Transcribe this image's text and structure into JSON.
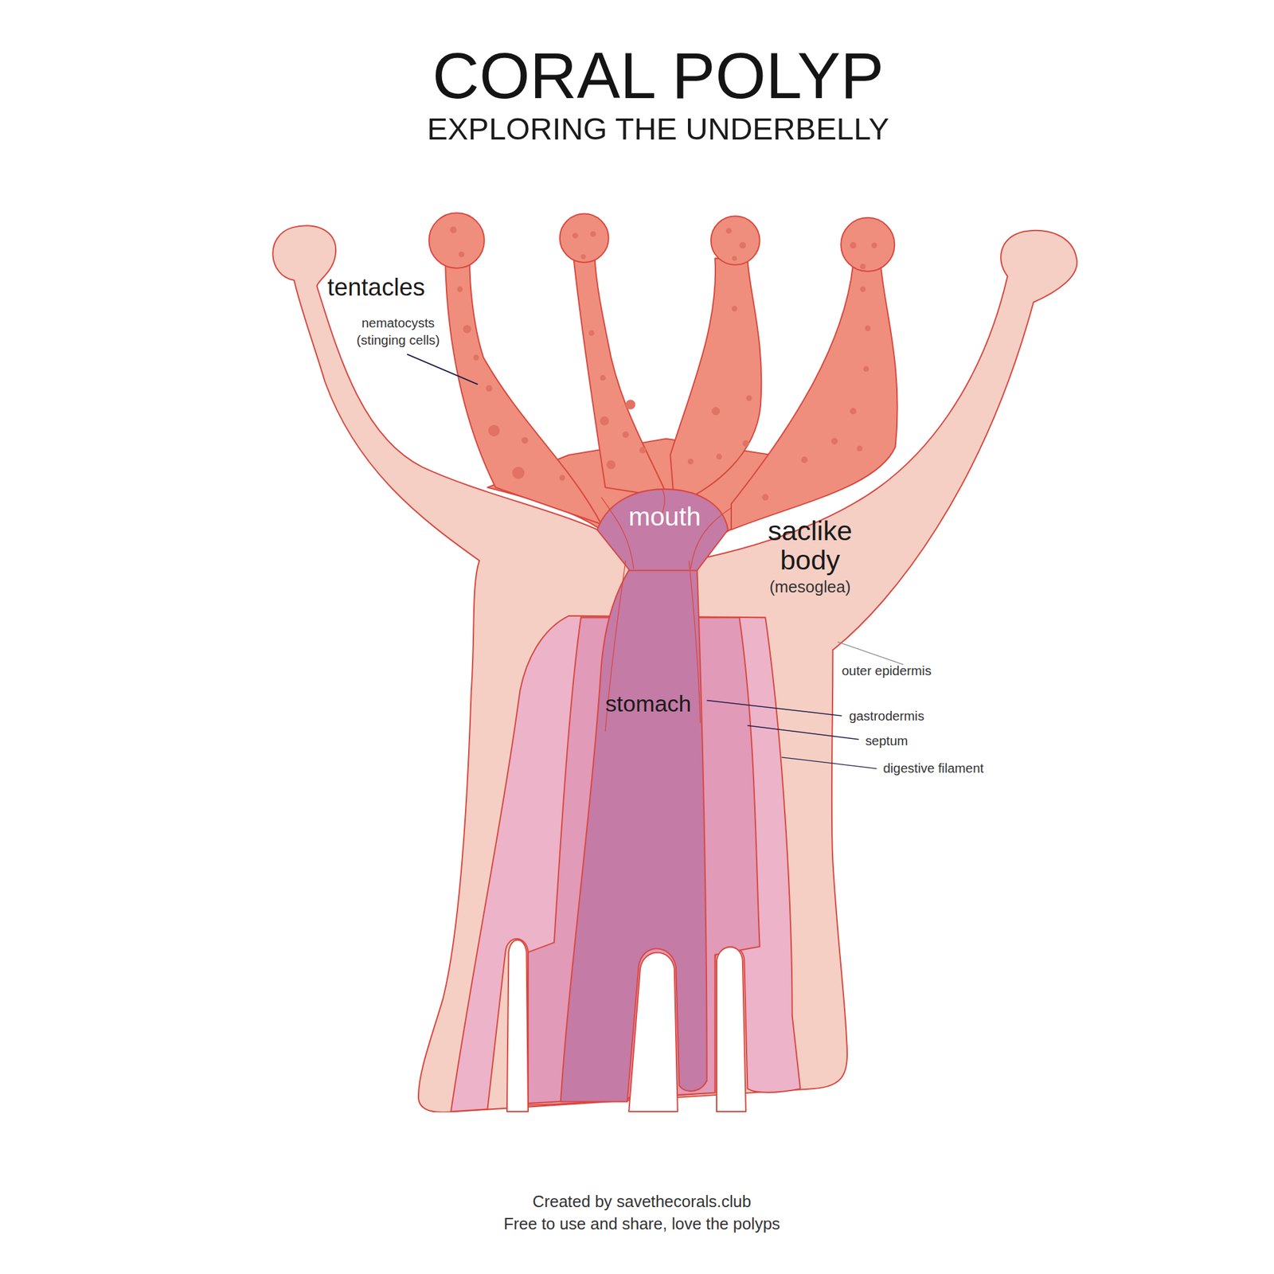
{
  "diagram": {
    "title": "CORAL POLYP",
    "caption": "Created by savethecorals.club",
    "labels": [
      "EXPLORING THE UNDERBELLY",
      "tentacles",
      "nematocysts (stinging cells)",
      "mouth",
      "saclike body",
      "(mesoglea)",
      "outer epidermis",
      "stomach",
      "gastrodermis",
      "septum",
      "digestive filament",
      "Free to use and share, love the polyps"
    ]
  }
}
